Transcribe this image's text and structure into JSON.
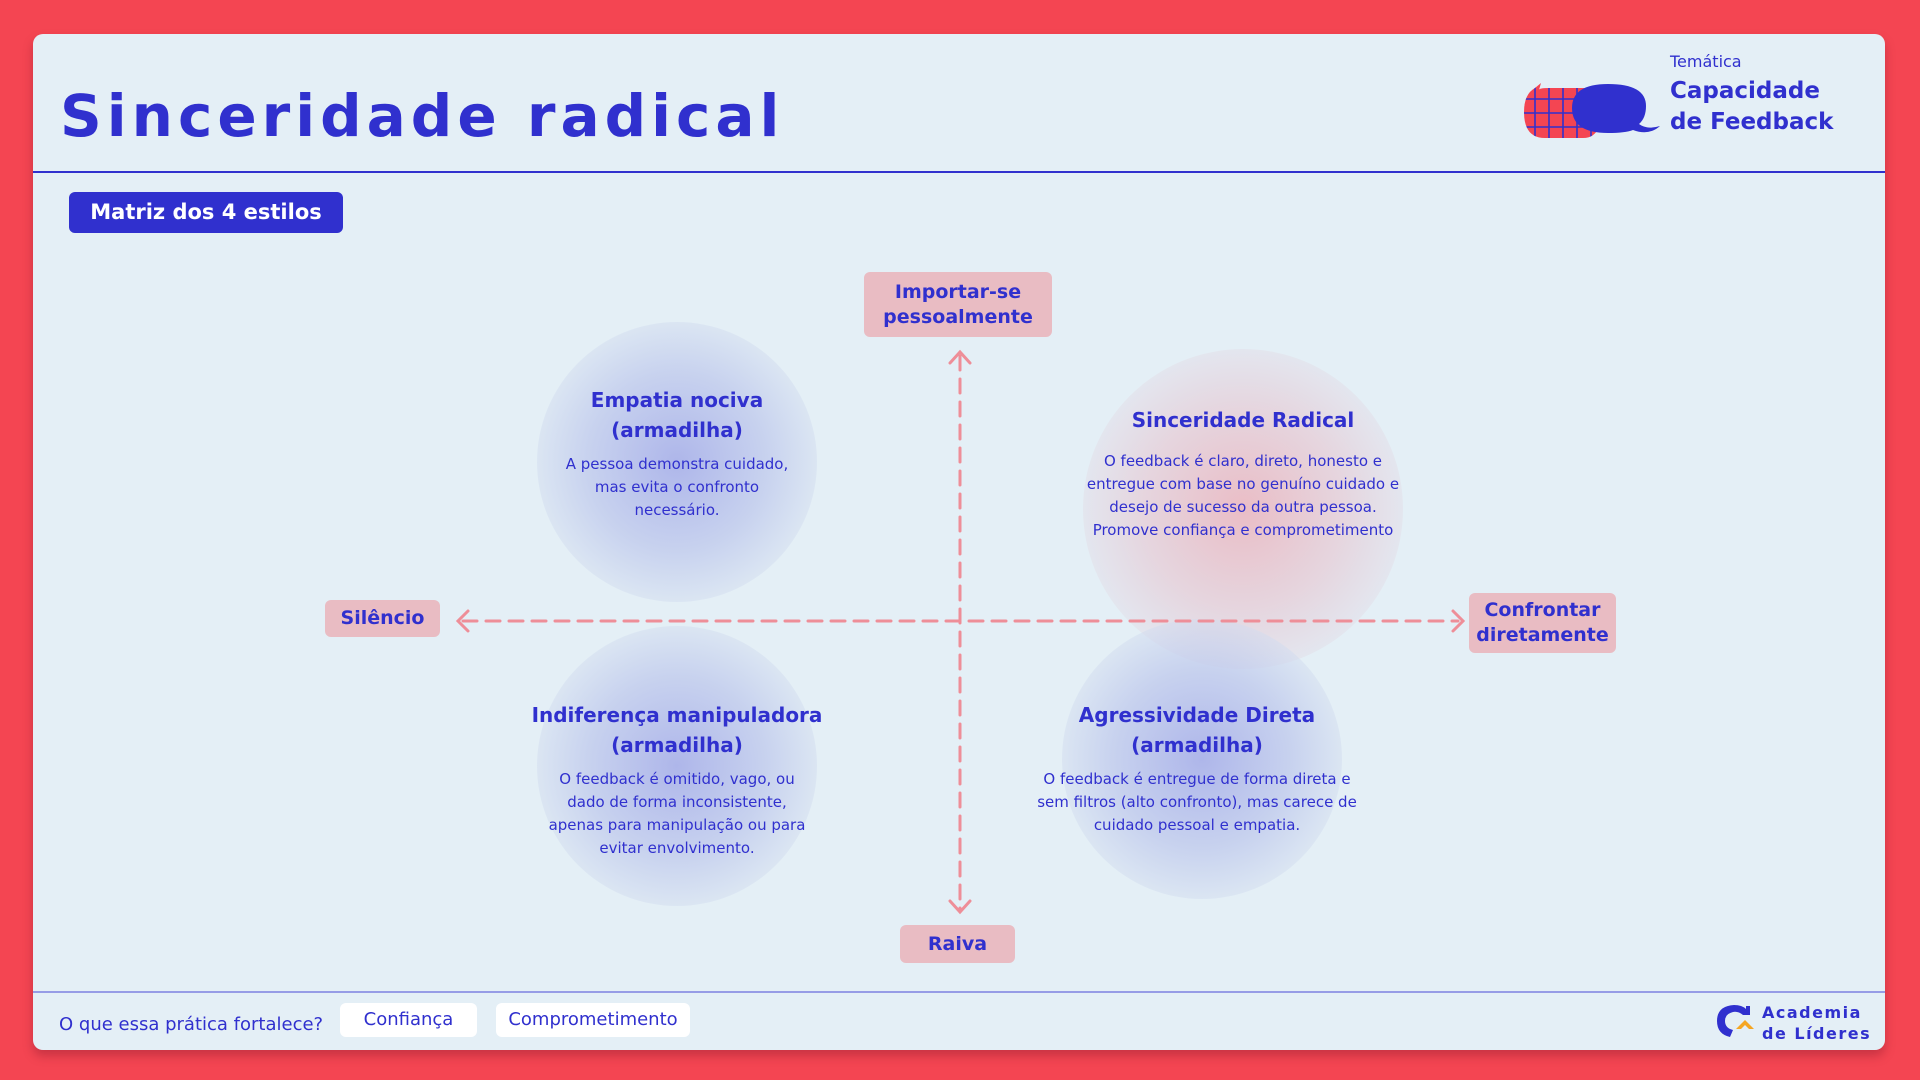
{
  "header": {
    "title": "Sinceridade radical",
    "theme": {
      "kicker": "Temática",
      "line1": "Capacidade",
      "line2": "de Feedback",
      "icon": "speech-bubbles-icon"
    }
  },
  "section_badge": "Matriz dos 4 estilos",
  "axes": {
    "top": [
      "Importar-se",
      "pessoalmente"
    ],
    "bottom": "Raiva",
    "left": "Silêncio",
    "right": [
      "Confrontar",
      "diretamente"
    ]
  },
  "quadrants": [
    {
      "id": "top-left",
      "title": [
        "Empatia nociva",
        "(armadilha)"
      ],
      "body": [
        "A pessoa demonstra cuidado,",
        "mas evita o confronto",
        "necessário."
      ],
      "glow_color": "#AEB6EA"
    },
    {
      "id": "top-right",
      "title": [
        "Sinceridade Radical"
      ],
      "body": [
        "O feedback é claro, direto, honesto e",
        "entregue com base no genuíno cuidado e",
        "desejo de sucesso da outra pessoa.",
        "Promove confiança e comprometimento"
      ],
      "glow_color": "#EABDC6"
    },
    {
      "id": "bottom-left",
      "title": [
        "Indiferença manipuladora",
        "(armadilha)"
      ],
      "body": [
        "O feedback é omitido, vago, ou",
        "dado de forma inconsistente,",
        "apenas para manipulação ou para",
        "evitar envolvimento."
      ],
      "glow_color": "#AEB6EA"
    },
    {
      "id": "bottom-right",
      "title": [
        "Agressividade Direta",
        "(armadilha)"
      ],
      "body": [
        "O feedback é entregue de forma direta e",
        "sem filtros (alto confronto), mas carece de",
        "cuidado pessoal e empatia."
      ],
      "glow_color": "#AEB6EA"
    }
  ],
  "footer": {
    "question": "O que essa prática fortalece?",
    "chips": [
      "Confiança",
      "Comprometimento"
    ],
    "brand": [
      "Academia",
      "de Líderes"
    ]
  },
  "colors": {
    "frame": "#F44552",
    "card": "#E4EFF6",
    "primary": "#3030CE",
    "axis_label_bg": "#E9BCC3",
    "axis_line": "#EE8E98",
    "accent_orange": "#F5A623"
  }
}
